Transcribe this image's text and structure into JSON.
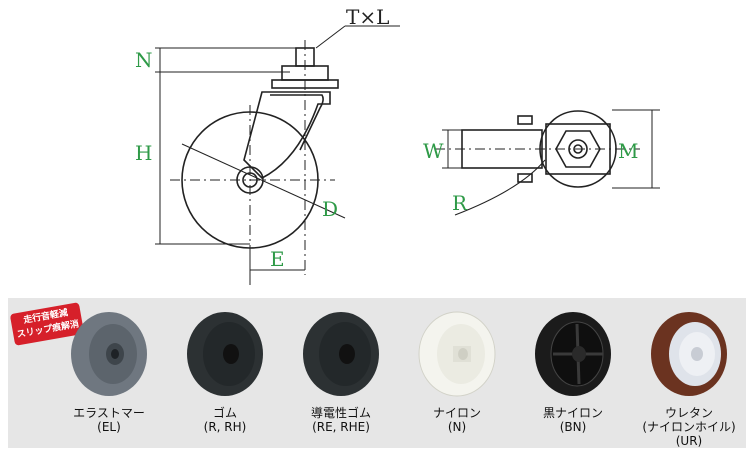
{
  "drawing": {
    "thread_label": "T×L",
    "dims": {
      "n": "N",
      "h": "H",
      "d": "D",
      "e": "E",
      "w": "W",
      "m": "M",
      "r": "R"
    },
    "colors": {
      "dimension": "#2e9a47",
      "line": "#222222"
    }
  },
  "panel": {
    "background": "#e6e6e6",
    "badge": {
      "line1": "走行音軽減",
      "line2": "スリップ痕解消"
    },
    "wheels": [
      {
        "name": "エラストマー",
        "code": "(EL)",
        "color": "#6f7780"
      },
      {
        "name": "ゴム",
        "code": "(R, RH)",
        "color": "#23282a"
      },
      {
        "name": "導電性ゴム",
        "code": "(RE, RHE)",
        "color": "#23282a"
      },
      {
        "name": "ナイロン",
        "code": "(N)",
        "color": "#f2f2ec"
      },
      {
        "name": "黒ナイロン",
        "code": "(BN)",
        "color": "#161616"
      },
      {
        "name": "ウレタン",
        "code": "(ナイロンホイル)",
        "code2": "(UR)",
        "color": "#6b3320"
      }
    ]
  }
}
